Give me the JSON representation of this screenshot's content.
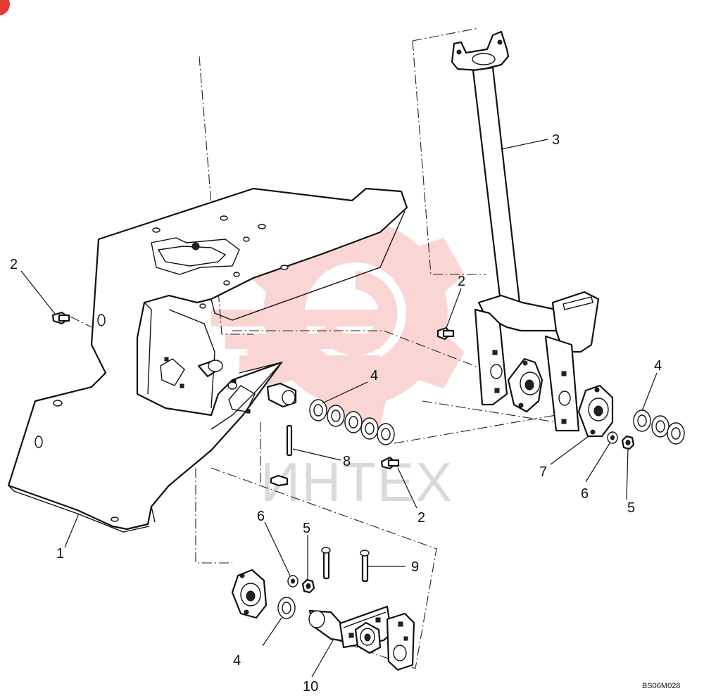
{
  "diagram": {
    "callouts": [
      {
        "id": "c1",
        "text": "1"
      },
      {
        "id": "c2a",
        "text": "2"
      },
      {
        "id": "c2b",
        "text": "2"
      },
      {
        "id": "c2c",
        "text": "2"
      },
      {
        "id": "c3",
        "text": "3"
      },
      {
        "id": "c4a",
        "text": "4"
      },
      {
        "id": "c4b",
        "text": "4"
      },
      {
        "id": "c4c",
        "text": "4"
      },
      {
        "id": "c5a",
        "text": "5"
      },
      {
        "id": "c5b",
        "text": "5"
      },
      {
        "id": "c6a",
        "text": "6"
      },
      {
        "id": "c6b",
        "text": "6"
      },
      {
        "id": "c7",
        "text": "7"
      },
      {
        "id": "c8",
        "text": "8"
      },
      {
        "id": "c9",
        "text": "9"
      },
      {
        "id": "c10",
        "text": "10"
      }
    ],
    "drawing_code": "BS06M028",
    "watermark": {
      "text": "ИНТЕХ",
      "color": "#e8483a",
      "icon": "gear-logo-icon"
    },
    "corner_badge_color": "#e53935"
  }
}
